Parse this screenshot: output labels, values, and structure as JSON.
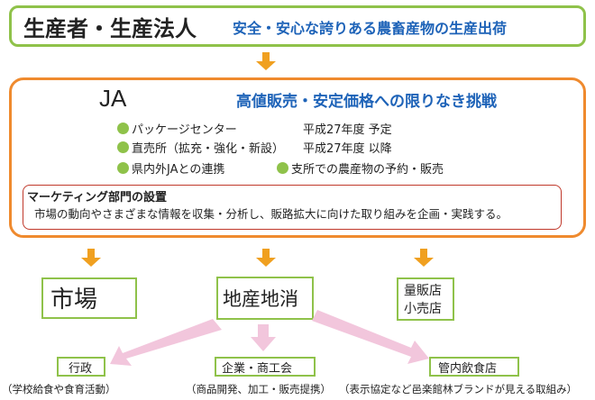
{
  "producer": {
    "title": "生産者・生産法人",
    "slogan": "安全・安心な誇りある農畜産物の生産出荷"
  },
  "ja": {
    "title": "JA",
    "slogan": "高値販売・安定価格への限りなき挑戦",
    "items": [
      {
        "label": "パッケージセンター",
        "note": "平成27年度 予定"
      },
      {
        "label": "直売所（拡充・強化・新設）",
        "note": "平成27年度 以降"
      },
      {
        "label": "県内外JAとの連携"
      },
      {
        "label": "支所での農産物の予約・販売"
      }
    ],
    "marketing": {
      "title": "マーケティング部門の設置",
      "description": "市場の動向やさまざまな情報を収集・分析し、販路拡大に向けた取り組みを企画・実践する。"
    }
  },
  "channels": {
    "market": "市場",
    "local": "地産地消",
    "mass_line1": "量販店",
    "mass_line2": "小売店"
  },
  "destinations": {
    "government": {
      "label": "行政",
      "note": "（学校給食や食育活動）"
    },
    "enterprise": {
      "label": "企業・商工会",
      "note": "（商品開発、加工・販売提携）"
    },
    "restaurant": {
      "label": "管内飲食店",
      "note": "（表示協定など邑楽館林ブランドが見える取組み）"
    }
  },
  "colors": {
    "green": "#8fc24a",
    "orange": "#ef8a2e",
    "arrow_orange": "#f0a020",
    "blue": "#1e63b8",
    "red": "#c0392b",
    "pink": "#f2c6dc"
  }
}
